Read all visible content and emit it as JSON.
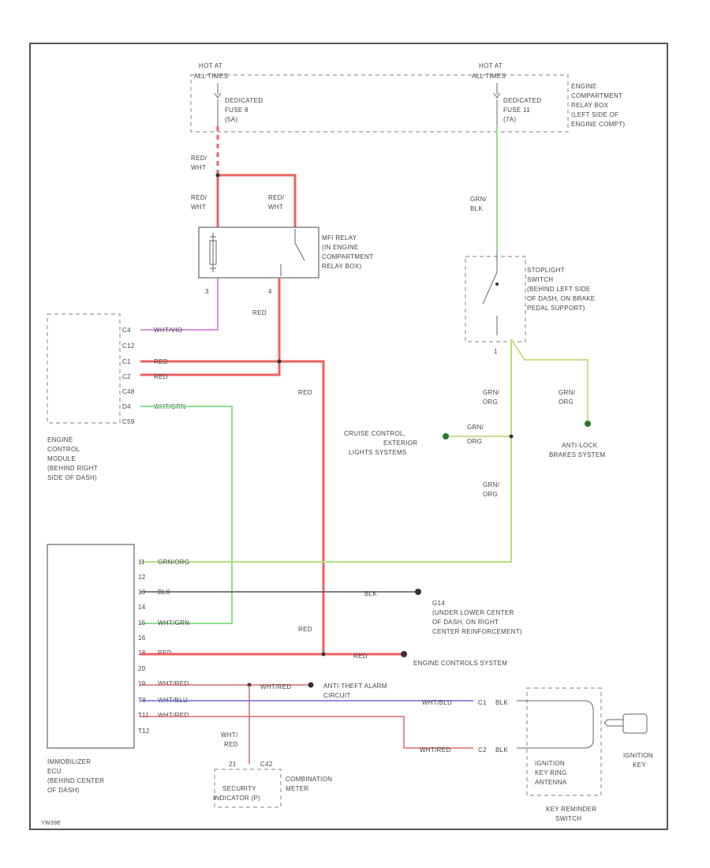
{
  "fuse_box": {
    "hot_left": [
      "HOT AT",
      "ALL TIMES"
    ],
    "hot_right": [
      "HOT AT",
      "ALL TIMES"
    ],
    "fuse_left": [
      "DEDICATED",
      "FUSE 8",
      "(5A)"
    ],
    "fuse_right": [
      "DEDICATED",
      "FUSE 11",
      "(7A)"
    ],
    "label": [
      "ENGINE",
      "COMPARTMENT",
      "RELAY BOX",
      "(LEFT SIDE OF",
      "ENGINE COMPT)"
    ]
  },
  "wires": {
    "red_wht_1": [
      "RED/",
      "WHT"
    ],
    "red_wht_2": [
      "RED/",
      "WHT"
    ],
    "red_wht_3": [
      "RED/",
      "WHT"
    ],
    "grn_blk": [
      "GRN/",
      "BLK"
    ],
    "red_relay": "RED",
    "red_vertical": "RED",
    "red_lower": "RED",
    "grn_org_1": [
      "GRN/",
      "ORG"
    ],
    "grn_org_2": [
      "GRN/",
      "ORG"
    ],
    "grn_org_3": [
      "GRN/",
      "ORG"
    ],
    "grn_org_4": [
      "GRN/",
      "ORG"
    ],
    "wht_red_pin": [
      "WHT/",
      "RED"
    ]
  },
  "relay": {
    "label": [
      "MFI RELAY",
      "(IN ENGINE",
      "COMPARTMENT",
      "RELAY BOX)"
    ],
    "pin_left": "3",
    "pin_right": "4"
  },
  "stoplight": {
    "label": [
      "STOPLIGHT",
      "SWITCH",
      "(BEHIND LEFT SIDE",
      "OF DASH, ON BRAKE",
      "PEDAL SUPPORT)"
    ],
    "pin": "1"
  },
  "ecm": {
    "pins": [
      {
        "pin": "C4",
        "wire": "WHT/VIO"
      },
      {
        "pin": "C12",
        "wire": ""
      },
      {
        "pin": "C1",
        "wire": "RED"
      },
      {
        "pin": "C2",
        "wire": "RED"
      },
      {
        "pin": "C48",
        "wire": ""
      },
      {
        "pin": "D4",
        "wire": "WHT/GRN"
      },
      {
        "pin": "C59",
        "wire": ""
      }
    ],
    "label": [
      "ENGINE",
      "CONTROL",
      "MODULE",
      "(BEHIND RIGHT",
      "SIDE OF DASH)"
    ]
  },
  "cruise": {
    "label": [
      "CRUISE CONTROL,",
      "EXTERIOR",
      "LIGHTS SYSTEMS"
    ]
  },
  "abs": {
    "label": [
      "ANTI-LOCK",
      "BRAKES SYSTEM"
    ]
  },
  "immobilizer": {
    "pins": [
      {
        "pin": "11",
        "wire": "GRN/ORG"
      },
      {
        "pin": "12",
        "wire": ""
      },
      {
        "pin": "13",
        "wire": "BLK"
      },
      {
        "pin": "14",
        "wire": ""
      },
      {
        "pin": "15",
        "wire": "WHT/GRN"
      },
      {
        "pin": "16",
        "wire": ""
      },
      {
        "pin": "18",
        "wire": "RED"
      },
      {
        "pin": "20",
        "wire": ""
      },
      {
        "pin": "19",
        "wire": "WHT/RED"
      },
      {
        "pin": "T8",
        "wire": "WHT/BLU"
      },
      {
        "pin": "T11",
        "wire": "WHT/RED"
      },
      {
        "pin": "T12",
        "wire": ""
      }
    ],
    "label": [
      "IMMOBILIZER",
      "ECU",
      "(BEHIND CENTER",
      "OF DASH)"
    ]
  },
  "ground": {
    "wire": "BLK",
    "label": [
      "G14",
      "(UNDER LOWER CENTER",
      "OF DASH, ON RIGHT",
      "CENTER REINFORCEMENT)"
    ]
  },
  "engine_controls": {
    "wire": "RED",
    "label": "ENGINE CONTROLS SYSTEM"
  },
  "anti_theft": {
    "wire": "WHT/RED",
    "label": [
      "ANTI-THEFT ALARM",
      "CIRCUIT"
    ]
  },
  "indicator": {
    "pin_left": "21",
    "pin_right": "C42",
    "label_left": [
      "SECURITY",
      "INDICATOR (P)"
    ],
    "label_right": [
      "COMBINATION",
      "METER"
    ]
  },
  "key_reminder": {
    "wire_blu": "WHT/BLU",
    "wire_red": "WHT/RED",
    "pin_blu": "C1",
    "pin_red": "C2",
    "wire_short_1": "BLK",
    "wire_short_2": "BLK",
    "coil_label": [
      "IGNITION",
      "KEY RING",
      "ANTENNA"
    ],
    "switch_label": [
      "KEY REMINDER",
      "SWITCH"
    ],
    "key_label": [
      "IGNITION",
      "KEY"
    ]
  },
  "diagram_id": "YW39E"
}
